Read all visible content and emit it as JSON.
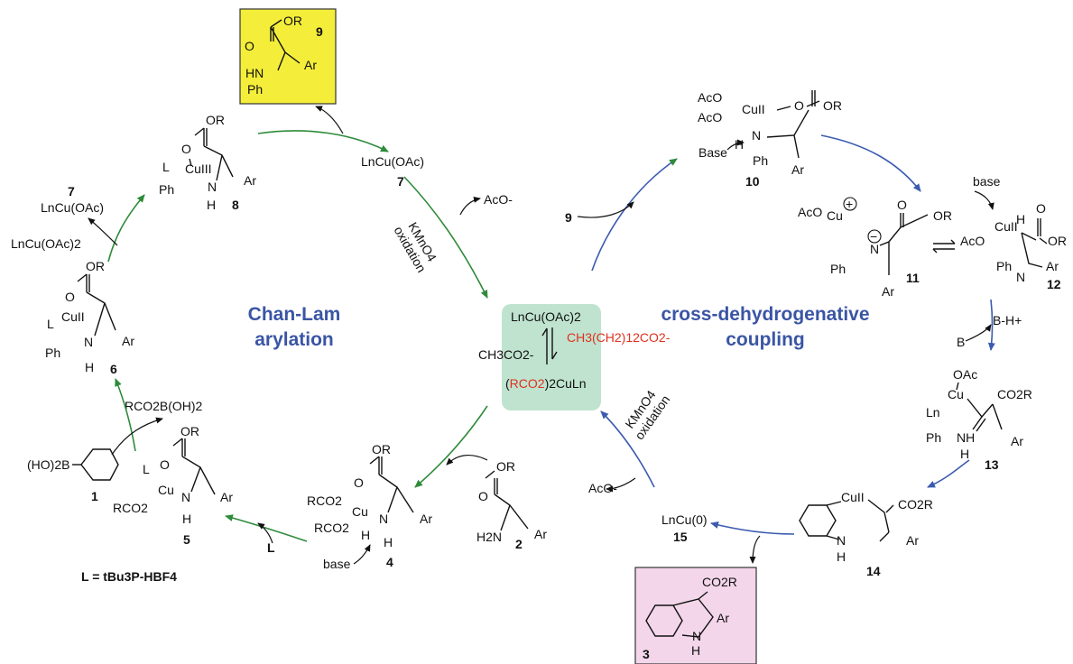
{
  "colors": {
    "green_arrow": "#2e8b3a",
    "blue_arrow": "#3b5bb0",
    "title_blue": "#3a55a4",
    "red_text": "#e0301e",
    "yellow_box": "#f4ee3a",
    "pink_box": "#f3d6ea",
    "center_box": "#bfe3cf"
  },
  "titles": {
    "left_line1": "Chan-Lam",
    "left_line2": "arylation",
    "right_line1": "cross-dehydrogenative",
    "right_line2": "coupling"
  },
  "center": {
    "top": "LnCu(OAc)2",
    "left": "CH3CO2-",
    "right_red": "CH3(CH2)12CO2-",
    "bottom_red": "RCO2",
    "bottom": "(RCO2)2CuLn"
  },
  "compounds": {
    "c9": {
      "num": "9",
      "or": "OR",
      "o": "O",
      "hn": "HN",
      "ph": "Ph",
      "ar": "Ar"
    },
    "c8": {
      "num": "8",
      "or": "OR",
      "o": "O",
      "l": "L",
      "cu": "CuIII",
      "ph": "Ph",
      "n": "N",
      "h": "H",
      "ar": "Ar"
    },
    "c7a": {
      "num": "7",
      "text": "LnCu(OAc)"
    },
    "c7b": {
      "num": "7",
      "text": "LnCu(OAc)"
    },
    "lncuoac2": "LnCu(OAc)2",
    "c6": {
      "num": "6",
      "or": "OR",
      "o": "O",
      "l": "L",
      "cu": "CuII",
      "ph": "Ph",
      "n": "N",
      "h": "H",
      "ar": "Ar"
    },
    "c1": {
      "num": "1",
      "text": "(HO)2B"
    },
    "rco2boh2": "RCO2B(OH)2",
    "c5": {
      "num": "5",
      "or": "OR",
      "o": "O",
      "l": "L",
      "cu": "Cu",
      "rco2": "RCO2",
      "n": "N",
      "h": "H",
      "ar": "Ar"
    },
    "ligand_def": "L = tBu3P-HBF4",
    "l_label": "L",
    "c4": {
      "num": "4",
      "or": "OR",
      "o": "O",
      "rco2a": "RCO2",
      "rco2b": "RCO2",
      "cu": "Cu",
      "n": "N",
      "h1": "H",
      "h2": "H",
      "ar": "Ar",
      "base": "base"
    },
    "c2": {
      "num": "2",
      "or": "OR",
      "o": "O",
      "h2n": "H2N",
      "ar": "Ar"
    },
    "c10": {
      "num": "10",
      "aco1": "AcO",
      "aco2": "AcO",
      "cu": "CuII",
      "o": "O",
      "or": "OR",
      "n": "N",
      "h": "H",
      "base": "Base",
      "ph": "Ph",
      "ar": "Ar"
    },
    "c11": {
      "num": "11",
      "aco": "AcO",
      "cu": "Cu",
      "plus": "+",
      "minus": "−",
      "o": "O",
      "or": "OR",
      "n": "N",
      "ph": "Ph",
      "ar": "Ar"
    },
    "c12": {
      "num": "12",
      "base": "base",
      "aco": "AcO",
      "cu": "CuII",
      "h": "H",
      "o": "O",
      "or": "OR",
      "ph": "Ph",
      "n": "N",
      "ar": "Ar"
    },
    "c13": {
      "num": "13",
      "oac": "OAc",
      "cu": "Cu",
      "ln": "Ln",
      "co2r": "CO2R",
      "ph": "Ph",
      "nh": "NH",
      "h": "H",
      "ar": "Ar"
    },
    "c14": {
      "num": "14",
      "cu": "CuII",
      "co2r": "CO2R",
      "n": "N",
      "h": "H",
      "ar": "Ar"
    },
    "c15": {
      "num": "15",
      "text": "LnCu(0)"
    },
    "c3": {
      "num": "3",
      "co2r": "CO2R",
      "n": "N",
      "h": "H",
      "ar": "Ar"
    }
  },
  "reagents": {
    "aco_minus_top": "AcO-",
    "kmno4_left_1": "KMnO4",
    "kmno4_left_2": "oxidation",
    "nine_label": "9",
    "bh_plus": "B-H+",
    "b_label": "B",
    "kmno4_right_1": "KMnO4",
    "kmno4_right_2": "oxidation",
    "aco_minus_bottom": "AcO-"
  }
}
